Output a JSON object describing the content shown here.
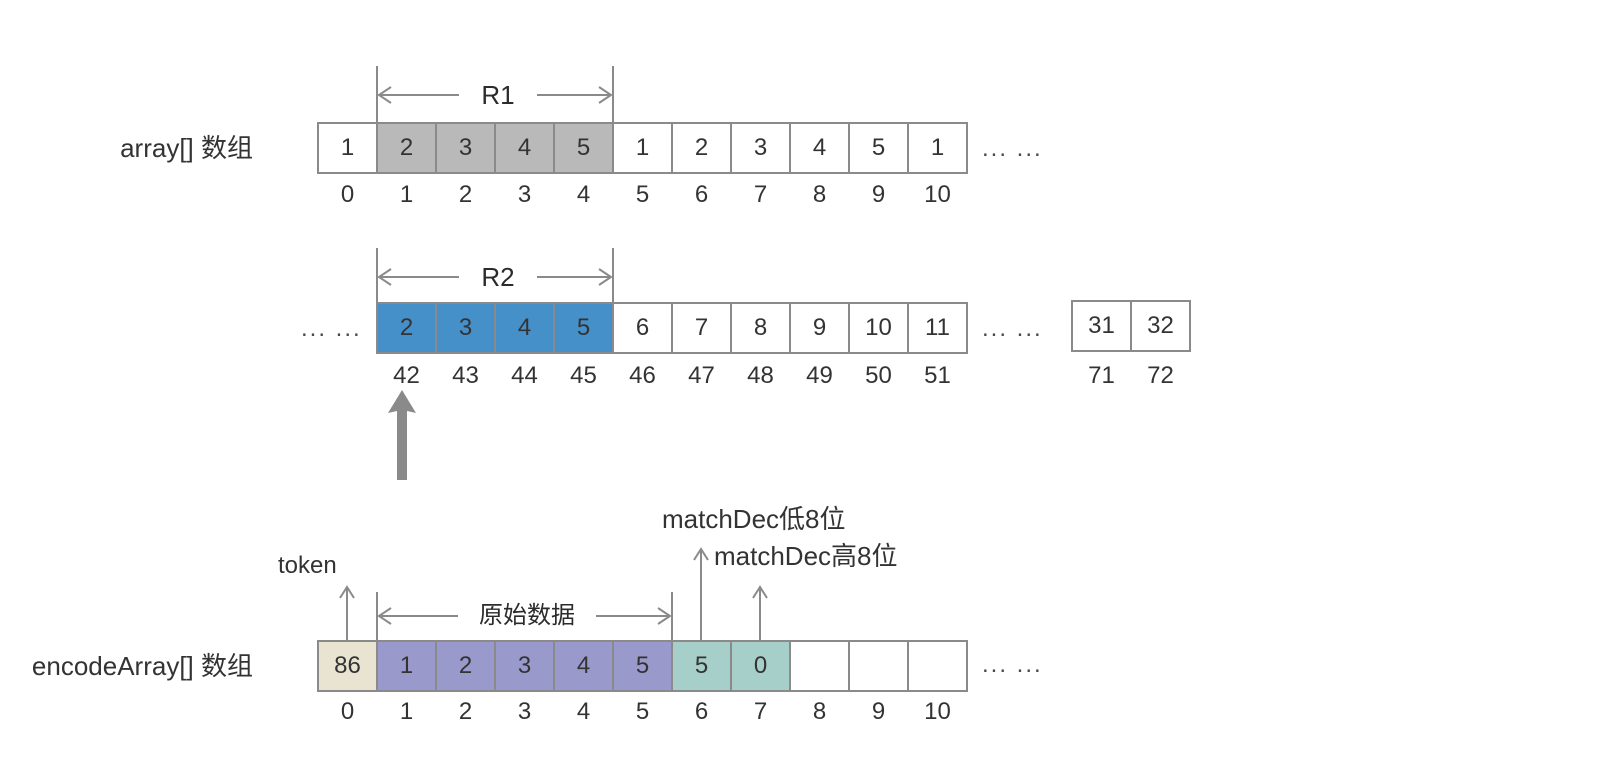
{
  "diagram": {
    "row1": {
      "label": "array[] 数组",
      "range_label": "R1",
      "cells": [
        "1",
        "2",
        "3",
        "4",
        "5",
        "1",
        "2",
        "3",
        "4",
        "5",
        "1"
      ],
      "indices": [
        "0",
        "1",
        "2",
        "3",
        "4",
        "5",
        "6",
        "7",
        "8",
        "9",
        "10"
      ],
      "ellipsis": "... ..."
    },
    "row2": {
      "range_label": "R2",
      "ellipsis_left": "... ...",
      "cells": [
        "2",
        "3",
        "4",
        "5",
        "6",
        "7",
        "8",
        "9",
        "10",
        "11"
      ],
      "indices": [
        "42",
        "43",
        "44",
        "45",
        "46",
        "47",
        "48",
        "49",
        "50",
        "51"
      ],
      "ellipsis_right": "... ...",
      "far_cells": [
        "31",
        "32"
      ],
      "far_indices": [
        "71",
        "72"
      ]
    },
    "row3": {
      "label": "encodeArray[] 数组",
      "token_label": "token",
      "raw_data_label": "原始数据",
      "match_low_label": "matchDec低8位",
      "match_high_label": "matchDec高8位",
      "cells": [
        "86",
        "1",
        "2",
        "3",
        "4",
        "5",
        "5",
        "0",
        "",
        "",
        ""
      ],
      "indices": [
        "0",
        "1",
        "2",
        "3",
        "4",
        "5",
        "6",
        "7",
        "8",
        "9",
        "10"
      ],
      "ellipsis": "... ..."
    },
    "colors": {
      "cell_border": "#8a8a8a",
      "highlight_gray": "#b9b9b9",
      "highlight_blue": "#4690ca",
      "token_beige": "#e9e4d2",
      "raw_data_purple": "#9a99cc",
      "match_teal": "#a7cfc9",
      "arrow_gray": "#8a8a8a",
      "text": "#333333"
    }
  }
}
